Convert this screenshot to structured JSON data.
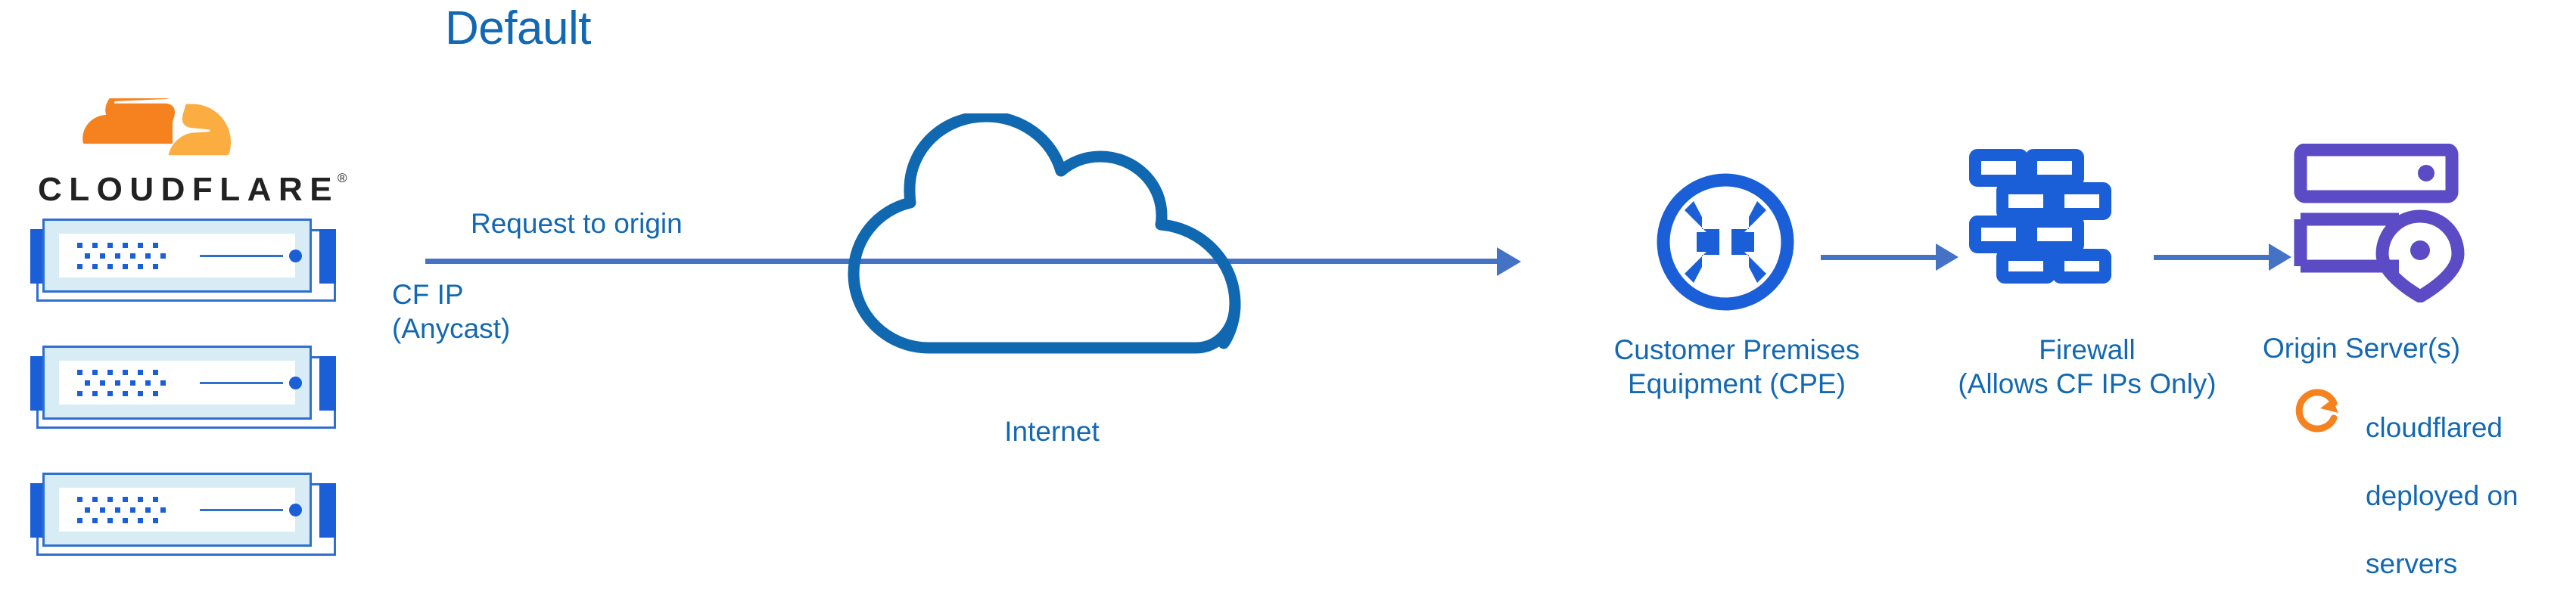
{
  "title": "Default",
  "colors": {
    "title_blue": "#1268b3",
    "label_blue": "#1268b3",
    "line_blue": "#4472c4",
    "icon_blue": "#1a5fd8",
    "cloud_outline": "#1068b0",
    "origin_purple": "#5b4bc4",
    "cloudflare_orange": "#f6821f",
    "cloudflare_orange_light": "#fbad41",
    "server_fill": "#d7ecf5",
    "server_border": "#2f6fd0",
    "wordmark_black": "#222222"
  },
  "logo": {
    "name": "cloudflare-logo",
    "wordmark": "CLOUDFLARE",
    "registered_mark": "®",
    "cloud_icon": "cloudflare-cloud-icon"
  },
  "servers": {
    "icon_name": "server-rack-icon",
    "count": 3
  },
  "flow": {
    "request_label": "Request to origin",
    "cf_ip_label": "CF IP\n(Anycast)",
    "cf_ip_line1": "CF IP",
    "cf_ip_line2": "(Anycast)",
    "arrow_icon": "arrow-right-icon"
  },
  "nodes": [
    {
      "id": "internet",
      "label": "Internet",
      "icon": "cloud-icon"
    },
    {
      "id": "cpe",
      "label": "Customer Premises Equipment (CPE)",
      "label_line1": "Customer Premises",
      "label_line2": "Equipment (CPE)",
      "icon": "router-icon"
    },
    {
      "id": "firewall",
      "label": "Firewall (Allows CF IPs Only)",
      "label_line1": "Firewall",
      "label_line2": "(Allows CF IPs Only)",
      "icon": "brick-wall-icon"
    },
    {
      "id": "origin",
      "label": "Origin Server(s)",
      "icon": "server-location-icon"
    }
  ],
  "annotation": {
    "icon": "refresh-circle-icon",
    "text": "cloudflared\ndeployed on\nservers",
    "line1": "cloudflared",
    "line2": "deployed on",
    "line3": "servers"
  }
}
